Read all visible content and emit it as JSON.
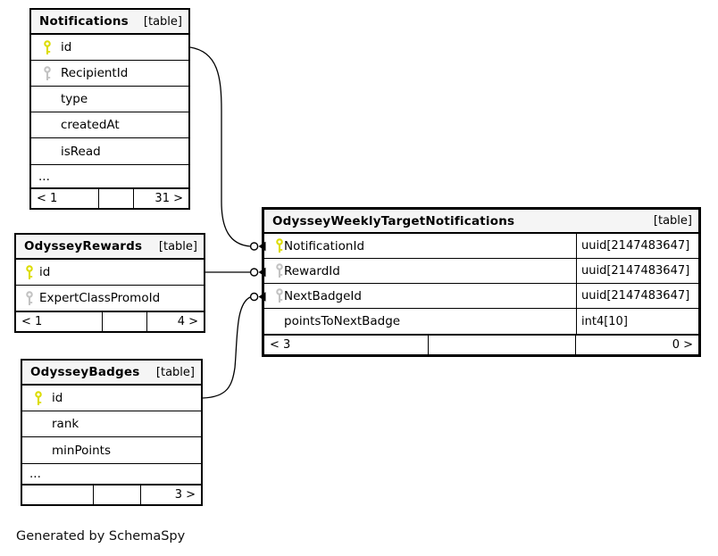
{
  "diagram": {
    "caption": "Generated by SchemaSpy",
    "colors": {
      "primary_key": "#dcdc00",
      "foreign_key": "#c2c2c2",
      "header_bg": "#f5f5f5",
      "border": "#000000",
      "background": "#ffffff"
    },
    "tables": [
      {
        "name": "Notifications",
        "tag": "[table]",
        "columns": [
          {
            "label": "id",
            "key": "primary"
          },
          {
            "label": "RecipientId",
            "key": "foreign"
          },
          {
            "label": "type",
            "key": ""
          },
          {
            "label": "createdAt",
            "key": ""
          },
          {
            "label": "isRead",
            "key": ""
          }
        ],
        "ellipsis": "...",
        "footer": {
          "left": "< 1",
          "middle": "",
          "right": "31 >"
        }
      },
      {
        "name": "OdysseyRewards",
        "tag": "[table]",
        "columns": [
          {
            "label": "id",
            "key": "primary"
          },
          {
            "label": "ExpertClassPromoId",
            "key": "foreign"
          }
        ],
        "footer": {
          "left": "< 1",
          "middle": "",
          "right": "4 >"
        }
      },
      {
        "name": "OdysseyBadges",
        "tag": "[table]",
        "columns": [
          {
            "label": "id",
            "key": "primary"
          },
          {
            "label": "rank",
            "key": ""
          },
          {
            "label": "minPoints",
            "key": ""
          }
        ],
        "ellipsis": "...",
        "footer": {
          "left": "",
          "middle": "",
          "right": "3 >"
        }
      },
      {
        "name": "OdysseyWeeklyTargetNotifications",
        "tag": "[table]",
        "columns": [
          {
            "label": "NotificationId",
            "type": "uuid[2147483647]",
            "key": "primary"
          },
          {
            "label": "RewardId",
            "type": "uuid[2147483647]",
            "key": "foreign"
          },
          {
            "label": "NextBadgeId",
            "type": "uuid[2147483647]",
            "key": "foreign"
          },
          {
            "label": "pointsToNextBadge",
            "type": "int4[10]",
            "key": ""
          }
        ],
        "footer": {
          "left": "< 3",
          "middle": "",
          "right": "0 >"
        }
      }
    ],
    "relationships": [
      {
        "from": "Notifications.id",
        "to": "OdysseyWeeklyTargetNotifications.NotificationId"
      },
      {
        "from": "OdysseyRewards.id",
        "to": "OdysseyWeeklyTargetNotifications.RewardId"
      },
      {
        "from": "OdysseyBadges.id",
        "to": "OdysseyWeeklyTargetNotifications.NextBadgeId"
      }
    ]
  }
}
